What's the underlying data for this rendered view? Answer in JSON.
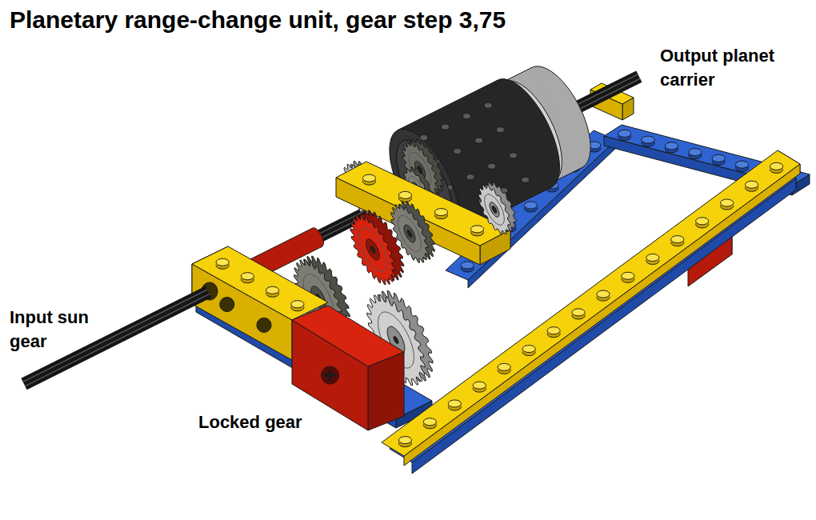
{
  "diagram": {
    "title": "Planetary range-change unit, gear step 3,75",
    "labels": [
      "Output planet carrier",
      "Input sun gear",
      "Locked gear"
    ]
  }
}
